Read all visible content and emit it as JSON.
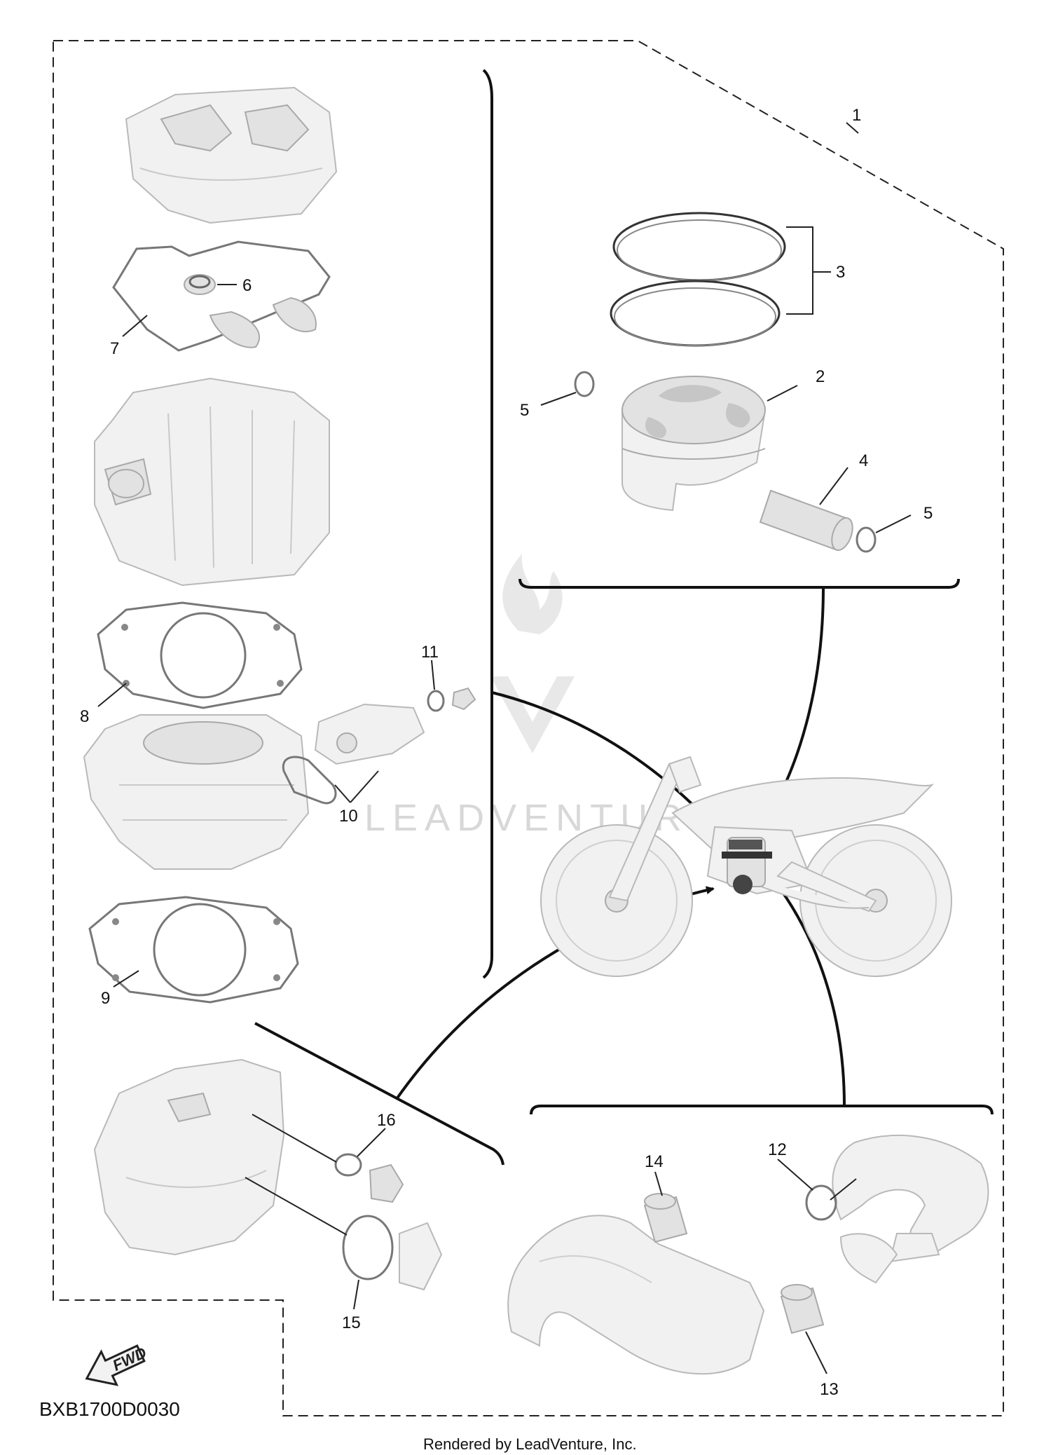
{
  "diagram": {
    "code": "BXB1700D0030",
    "credit": "Rendered by LeadVenture, Inc.",
    "fwd_label": "FWD",
    "watermark": "LEADVENTURE",
    "callouts": {
      "c1": "1",
      "c2": "2",
      "c3": "3",
      "c4": "4",
      "c5a": "5",
      "c5b": "5",
      "c6": "6",
      "c7": "7",
      "c8": "8",
      "c9": "9",
      "c10": "10",
      "c11": "11",
      "c12": "12",
      "c13": "13",
      "c14": "14",
      "c15": "15",
      "c16": "16"
    }
  }
}
